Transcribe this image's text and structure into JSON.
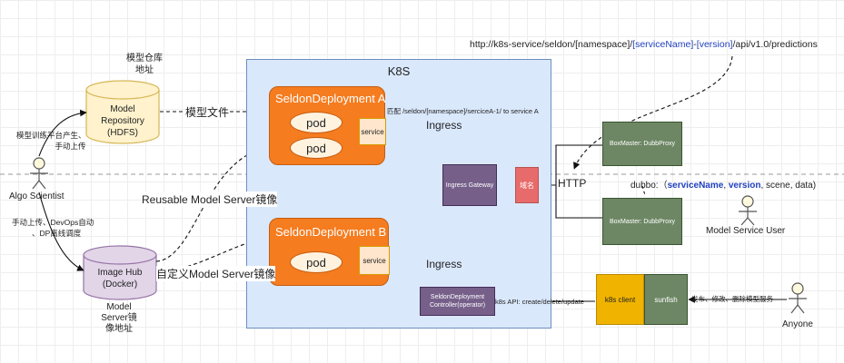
{
  "colors": {
    "k8s_fill": "#dae8fc",
    "deployment_fill": "#f57c1f",
    "green_box": "#6d8764",
    "purple_box": "#76608a",
    "red_box": "#e86b6b",
    "yellow_box": "#f0b400",
    "blue_text": "#1f3fbf"
  },
  "url": {
    "prefix": "http://k8s-service/seldon/[namespace]/",
    "service_name": "[serviceName]",
    "dash": "-",
    "version": "[version]",
    "suffix": "/api/v1.0/predictions"
  },
  "k8s": {
    "title": "K8S",
    "deployment_a": {
      "title": "SeldonDeployment A",
      "pod1": "pod",
      "pod2": "pod",
      "service": "service"
    },
    "deployment_b": {
      "title": "SeldonDeployment B",
      "pod": "pod",
      "service": "service"
    },
    "route_note": "匹配 /seldon/[namespace]/serciceA-1/ to service A",
    "ingress_top": "Ingress",
    "ingress_bottom": "Ingress",
    "ingress_gateway": "Ingress Gateway",
    "controller": "SeldonDeployment Controller(operator)"
  },
  "domain_box": "域名",
  "http_label": "HTTP",
  "dubbo": {
    "prefix": "dubbo:（",
    "service_name": "serviceName",
    "sep": ", ",
    "version": "version",
    "suffix": ", scene, data)"
  },
  "proxies": [
    "BoxMaster: DubbProxy",
    "BoxMaster: DubbProxy"
  ],
  "model_service_user": "Model Service User",
  "k8s_api": "k8s API: create/delete/update",
  "k8s_client": "k8s client",
  "sunfish": "sunfish",
  "publish_label": "发布、修改、删除模型服务",
  "anyone": "Anyone",
  "model_repo": {
    "line1": "Model",
    "line2": "Repository",
    "line3": "(HDFS)"
  },
  "model_repo_addr": {
    "line1": "模型仓库",
    "line2": "地址"
  },
  "model_file": "模型文件",
  "training_note": {
    "line1": "模型训练平台产生、",
    "line2": "手动上传"
  },
  "algo_scientist": "Algo Scientist",
  "image_hub": {
    "line1": "Image Hub",
    "line2": "(Docker)"
  },
  "upload_note": {
    "line1": "手动上传、DevOps自动",
    "line2": "、DP离线调度"
  },
  "image_addr": {
    "line1": "Model",
    "line2": "Server镜",
    "line3": "像地址"
  },
  "reusable": "Reusable Model Server镜像",
  "custom": "自定义Model Server镜像"
}
